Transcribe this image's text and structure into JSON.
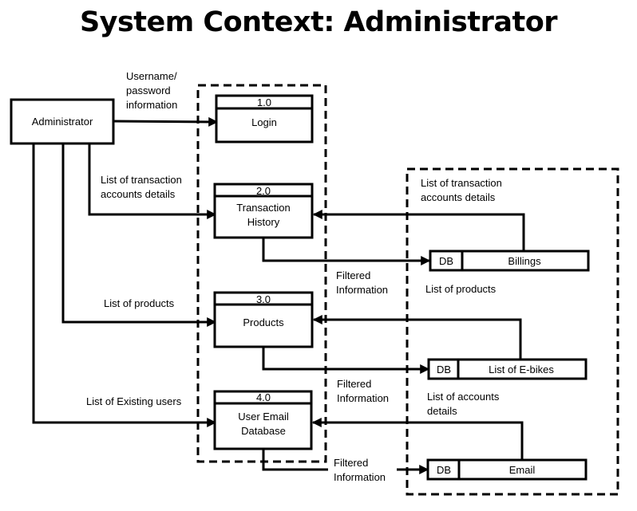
{
  "title": "System Context: Administrator",
  "entity": "Administrator",
  "processes": [
    {
      "num": "1.0",
      "name": [
        "Login"
      ]
    },
    {
      "num": "2.0",
      "name": [
        "Transaction",
        "History"
      ]
    },
    {
      "num": "3.0",
      "name": [
        "Products"
      ]
    },
    {
      "num": "4.0",
      "name": [
        "User Email",
        "Database"
      ]
    }
  ],
  "stores": [
    {
      "tag": "DB",
      "name": "Billings"
    },
    {
      "tag": "DB",
      "name": "List of E-bikes"
    },
    {
      "tag": "DB",
      "name": "Email"
    }
  ],
  "flows": {
    "username": [
      "Username/",
      "password",
      "information"
    ],
    "txn_left": [
      "List of transaction",
      "accounts details"
    ],
    "products_left": [
      "List of products"
    ],
    "users_left": [
      "List of Existing users"
    ],
    "txn_right": [
      "List of transaction",
      "accounts details"
    ],
    "filtered1": [
      "Filtered",
      "Information"
    ],
    "products_right": [
      "List of products"
    ],
    "filtered2": [
      "Filtered",
      "Information"
    ],
    "accounts_right": [
      "List of accounts",
      "details"
    ],
    "filtered3": [
      "Filtered",
      "Information"
    ]
  }
}
